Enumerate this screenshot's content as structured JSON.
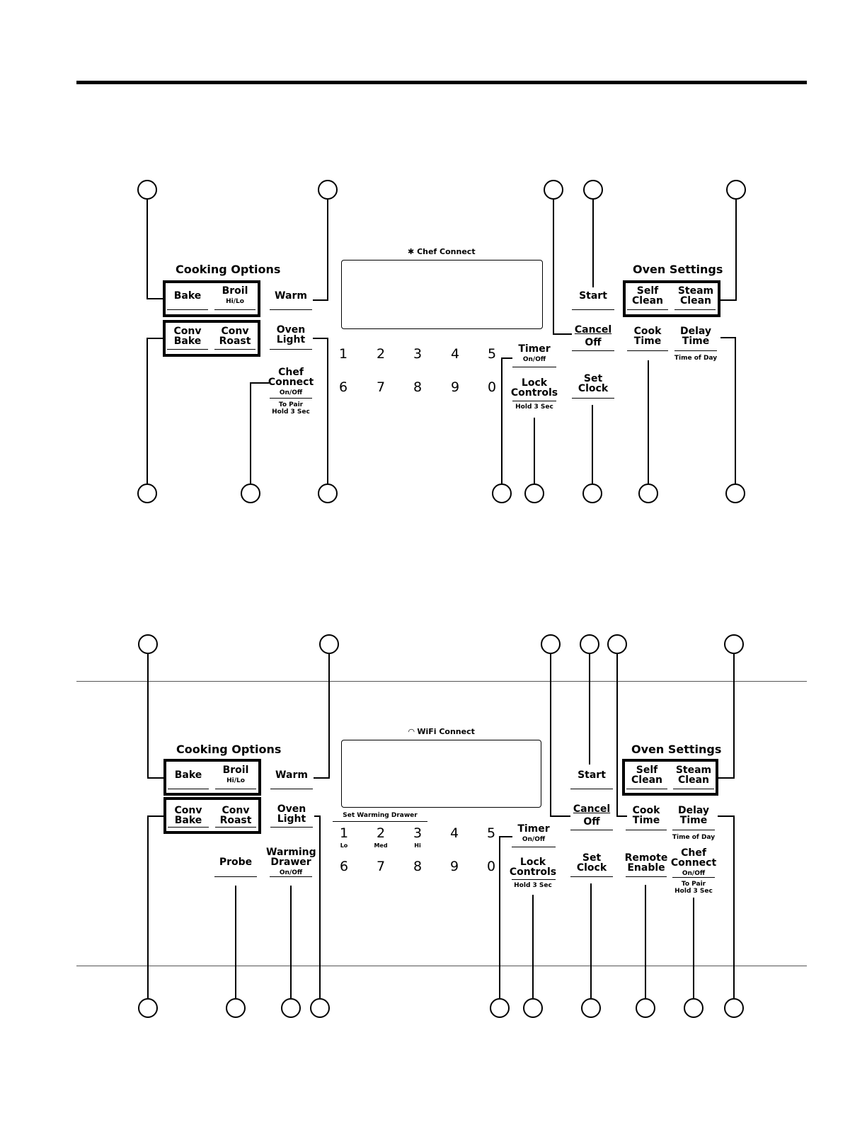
{
  "panel1": {
    "display_label": "Chef Connect",
    "display_icon": "bluetooth-icon",
    "cooking_options_heading": "Cooking Options",
    "oven_settings_heading": "Oven Settings",
    "bake": "Bake",
    "broil": "Broil",
    "broil_sub": "Hi/Lo",
    "conv_bake": [
      "Conv",
      "Bake"
    ],
    "conv_roast": [
      "Conv",
      "Roast"
    ],
    "warm": "Warm",
    "oven_light": [
      "Oven",
      "Light"
    ],
    "chef_connect": [
      "Chef",
      "Connect"
    ],
    "chef_connect_sub": "On/Off",
    "chef_connect_hold": [
      "To Pair",
      "Hold 3 Sec"
    ],
    "numbers_row1": [
      "1",
      "2",
      "3",
      "4",
      "5"
    ],
    "numbers_row2": [
      "6",
      "7",
      "8",
      "9",
      "0"
    ],
    "timer": "Timer",
    "timer_sub": "On/Off",
    "lock_controls": [
      "Lock",
      "Controls"
    ],
    "lock_hold": "Hold 3 Sec",
    "start": "Start",
    "cancel": "Cancel",
    "off": "Off",
    "set_clock": [
      "Set",
      "Clock"
    ],
    "self_clean": [
      "Self",
      "Clean"
    ],
    "steam_clean": [
      "Steam",
      "Clean"
    ],
    "cook_time": [
      "Cook",
      "Time"
    ],
    "delay_time": [
      "Delay",
      "Time"
    ],
    "time_of_day": "Time of Day"
  },
  "panel2": {
    "display_label": "WiFi Connect",
    "display_icon": "wifi-icon",
    "cooking_options_heading": "Cooking Options",
    "oven_settings_heading": "Oven Settings",
    "bake": "Bake",
    "broil": "Broil",
    "broil_sub": "Hi/Lo",
    "conv_bake": [
      "Conv",
      "Bake"
    ],
    "conv_roast": [
      "Conv",
      "Roast"
    ],
    "warm": "Warm",
    "oven_light": [
      "Oven",
      "Light"
    ],
    "probe": "Probe",
    "warming_drawer": [
      "Warming",
      "Drawer"
    ],
    "warming_drawer_sub": "On/Off",
    "set_warming_drawer": "Set Warming Drawer",
    "numbers_row1": [
      "1",
      "2",
      "3",
      "4",
      "5"
    ],
    "numbers_row1_sub": [
      "Lo",
      "Med",
      "Hi"
    ],
    "numbers_row2": [
      "6",
      "7",
      "8",
      "9",
      "0"
    ],
    "timer": "Timer",
    "timer_sub": "On/Off",
    "lock_controls": [
      "Lock",
      "Controls"
    ],
    "lock_hold": "Hold 3 Sec",
    "start": "Start",
    "cancel": "Cancel",
    "off": "Off",
    "set_clock": [
      "Set",
      "Clock"
    ],
    "self_clean": [
      "Self",
      "Clean"
    ],
    "steam_clean": [
      "Steam",
      "Clean"
    ],
    "cook_time": [
      "Cook",
      "Time"
    ],
    "delay_time": [
      "Delay",
      "Time"
    ],
    "time_of_day": "Time of Day",
    "remote_enable": [
      "Remote",
      "Enable"
    ],
    "chef_connect": [
      "Chef",
      "Connect"
    ],
    "chef_connect_sub": "On/Off",
    "chef_connect_hold": [
      "To Pair",
      "Hold 3 Sec"
    ]
  }
}
